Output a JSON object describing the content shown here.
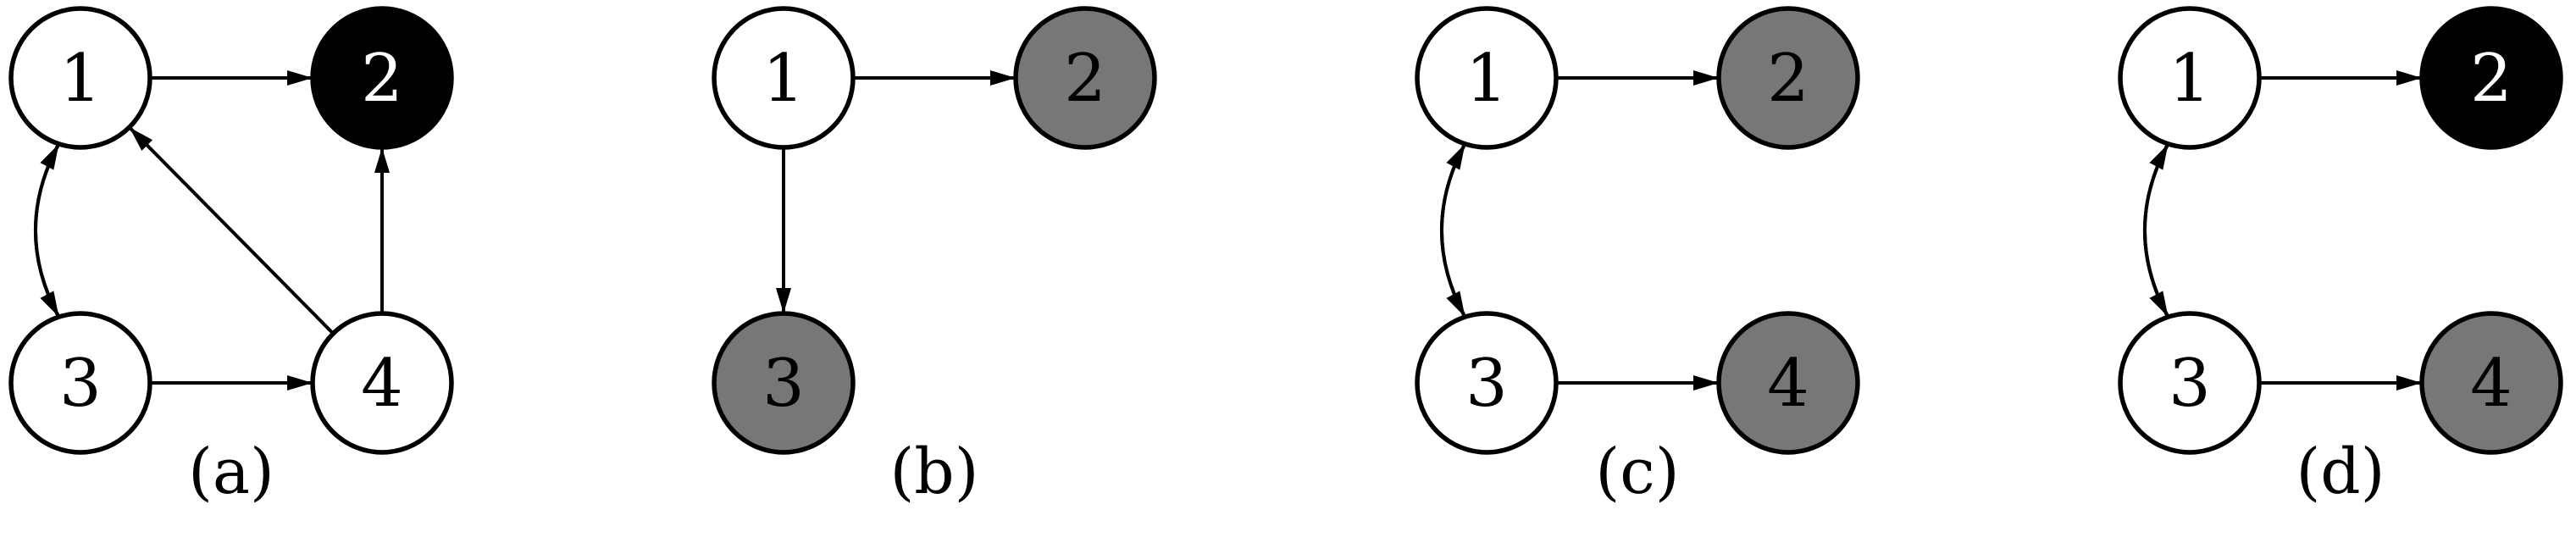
{
  "colors": {
    "white": "#ffffff",
    "gray": "#777777",
    "black": "#000000",
    "stroke": "#000000"
  },
  "panels": [
    {
      "label": "(a)",
      "nodes": [
        {
          "id": "1",
          "label": "1",
          "fill": "white"
        },
        {
          "id": "2",
          "label": "2",
          "fill": "black"
        },
        {
          "id": "3",
          "label": "3",
          "fill": "white"
        },
        {
          "id": "4",
          "label": "4",
          "fill": "white"
        }
      ],
      "edges": [
        {
          "from": "1",
          "to": "2",
          "curve": "straight"
        },
        {
          "from": "1",
          "to": "3",
          "curve": "right"
        },
        {
          "from": "3",
          "to": "1",
          "curve": "left"
        },
        {
          "from": "3",
          "to": "4",
          "curve": "straight"
        },
        {
          "from": "4",
          "to": "2",
          "curve": "straight"
        },
        {
          "from": "4",
          "to": "1",
          "curve": "straight"
        }
      ]
    },
    {
      "label": "(b)",
      "nodes": [
        {
          "id": "1",
          "label": "1",
          "fill": "white"
        },
        {
          "id": "2",
          "label": "2",
          "fill": "gray"
        },
        {
          "id": "3",
          "label": "3",
          "fill": "gray"
        }
      ],
      "edges": [
        {
          "from": "1",
          "to": "2",
          "curve": "straight"
        },
        {
          "from": "1",
          "to": "3",
          "curve": "straight"
        }
      ]
    },
    {
      "label": "(c)",
      "nodes": [
        {
          "id": "1",
          "label": "1",
          "fill": "white"
        },
        {
          "id": "2",
          "label": "2",
          "fill": "gray"
        },
        {
          "id": "3",
          "label": "3",
          "fill": "white"
        },
        {
          "id": "4",
          "label": "4",
          "fill": "gray"
        }
      ],
      "edges": [
        {
          "from": "1",
          "to": "2",
          "curve": "straight"
        },
        {
          "from": "1",
          "to": "3",
          "curve": "right"
        },
        {
          "from": "3",
          "to": "1",
          "curve": "left"
        },
        {
          "from": "3",
          "to": "4",
          "curve": "straight"
        }
      ]
    },
    {
      "label": "(d)",
      "nodes": [
        {
          "id": "1",
          "label": "1",
          "fill": "white"
        },
        {
          "id": "2",
          "label": "2",
          "fill": "black"
        },
        {
          "id": "3",
          "label": "3",
          "fill": "white"
        },
        {
          "id": "4",
          "label": "4",
          "fill": "gray"
        }
      ],
      "edges": [
        {
          "from": "1",
          "to": "2",
          "curve": "straight"
        },
        {
          "from": "1",
          "to": "3",
          "curve": "right"
        },
        {
          "from": "3",
          "to": "1",
          "curve": "left"
        },
        {
          "from": "3",
          "to": "4",
          "curve": "straight"
        }
      ]
    }
  ]
}
